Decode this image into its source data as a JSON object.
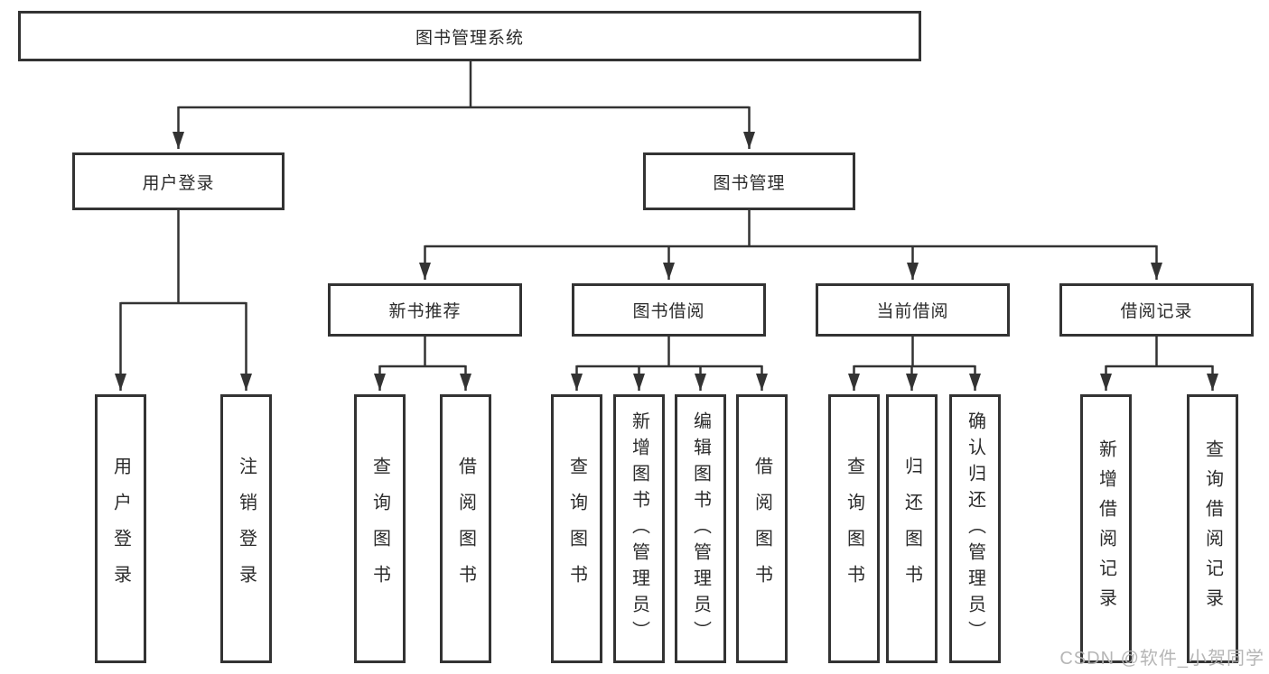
{
  "diagram": {
    "root": {
      "label": "图书管理系统"
    },
    "level2": [
      {
        "label": "用户登录"
      },
      {
        "label": "图书管理"
      }
    ],
    "level3": [
      {
        "label": "新书推荐"
      },
      {
        "label": "图书借阅"
      },
      {
        "label": "当前借阅"
      },
      {
        "label": "借阅记录"
      }
    ],
    "leaves": {
      "user_login": [
        "用户登录",
        "注销登录"
      ],
      "new_book": [
        "查询图书",
        "借阅图书"
      ],
      "book_borrow": [
        "查询图书",
        "新增图书（管理员）",
        "编辑图书（管理员）",
        "借阅图书"
      ],
      "current_borrow": [
        "查询图书",
        "归还图书",
        "确认归还（管理员）"
      ],
      "borrow_record": [
        "新增借阅记录",
        "查询借阅记录"
      ]
    }
  },
  "watermark": {
    "text": "CSDN @软件_小贺同学"
  },
  "colors": {
    "line": "#333333",
    "text": "#2b2b2b",
    "watermark": "#b2b2b2",
    "background": "#ffffff"
  }
}
